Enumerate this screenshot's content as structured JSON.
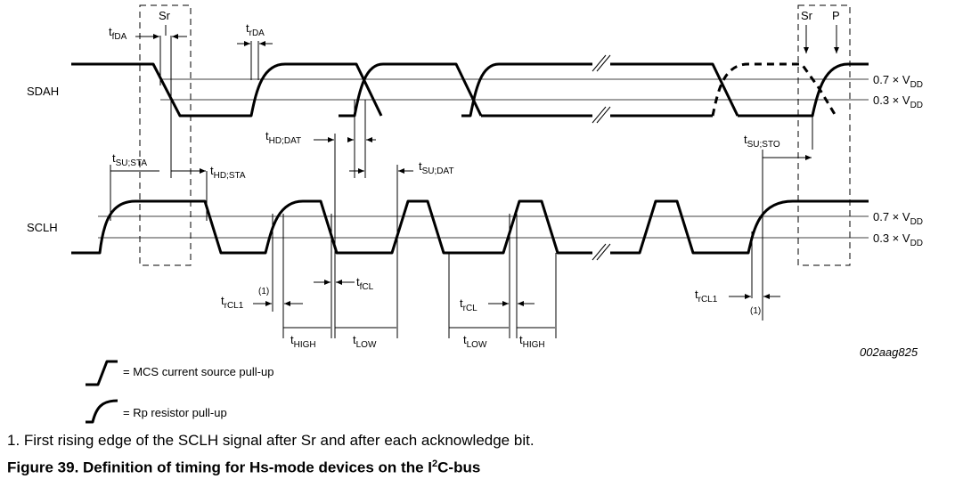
{
  "signals": {
    "sdah": "SDAH",
    "sclh": "SCLH"
  },
  "levels": {
    "high_prefix": "0.7 × V",
    "low_prefix": "0.3 × V",
    "vdd_sub": "DD"
  },
  "conditions": {
    "sr": "Sr",
    "p": "P"
  },
  "timings": {
    "t": "t",
    "fDA": "fDA",
    "rDA": "rDA",
    "HD_DAT": "HD;DAT",
    "SU_STA": "SU;STA",
    "HD_STA": "HD;STA",
    "SU_DAT": "SU;DAT",
    "SU_STO": "SU;STO",
    "rCL1": "rCL1",
    "fCL": "fCL",
    "rCL": "rCL",
    "HIGH": "HIGH",
    "LOW": "LOW"
  },
  "footnote_marker": "(1)",
  "figure_code": "002aag825",
  "legend": {
    "mcs": "= MCS current source pull-up",
    "rp": "= Rp resistor pull-up"
  },
  "note": "1.   First rising edge of the SCLH signal after Sr and after each acknowledge bit.",
  "caption": {
    "prefix": "Figure 39.  Definition of timing for Hs-mode devices on the I",
    "sup": "2",
    "suffix": "C-bus"
  }
}
